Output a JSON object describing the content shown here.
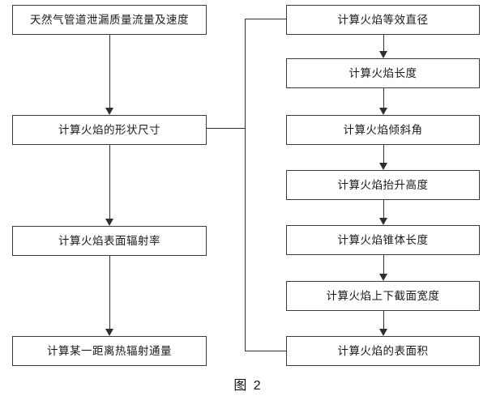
{
  "figure": {
    "caption": "图 2",
    "line_color": "#2f2f2f",
    "box_border_color": "#3b3b3b",
    "background_color": "#ffffff"
  },
  "left_column": {
    "nodes": [
      {
        "id": "leak-mass-flow-velocity",
        "label": "天然气管道泄漏质量流量及速度"
      },
      {
        "id": "flame-shape-size",
        "label": "计算火焰的形状尺寸"
      },
      {
        "id": "flame-surface-emissivity",
        "label": "计算火焰表面辐射率"
      },
      {
        "id": "heat-radiation-flux",
        "label": "计算某一距离热辐射通量"
      }
    ]
  },
  "right_column": {
    "nodes": [
      {
        "id": "flame-equivalent-diameter",
        "label": "计算火焰等效直径"
      },
      {
        "id": "flame-length",
        "label": "计算火焰长度"
      },
      {
        "id": "flame-tilt-angle",
        "label": "计算火焰倾斜角"
      },
      {
        "id": "flame-lift-off-height",
        "label": "计算火焰抬升高度"
      },
      {
        "id": "flame-cone-length",
        "label": "计算火焰锥体长度"
      },
      {
        "id": "flame-section-widths",
        "label": "计算火焰上下截面宽度"
      },
      {
        "id": "flame-surface-area",
        "label": "计算火焰的表面积"
      }
    ]
  },
  "connectors": {
    "left_arrows": [
      {
        "from": "leak-mass-flow-velocity",
        "to": "flame-shape-size"
      },
      {
        "from": "flame-shape-size",
        "to": "flame-surface-emissivity"
      },
      {
        "from": "flame-surface-emissivity",
        "to": "heat-radiation-flux"
      }
    ],
    "right_arrows": [
      {
        "from": "flame-equivalent-diameter",
        "to": "flame-length"
      },
      {
        "from": "flame-length",
        "to": "flame-tilt-angle"
      },
      {
        "from": "flame-tilt-angle",
        "to": "flame-lift-off-height"
      },
      {
        "from": "flame-lift-off-height",
        "to": "flame-cone-length"
      },
      {
        "from": "flame-cone-length",
        "to": "flame-section-widths"
      },
      {
        "from": "flame-section-widths",
        "to": "flame-surface-area"
      }
    ],
    "bracket": {
      "from": "flame-shape-size",
      "to_top": "flame-equivalent-diameter",
      "to_bottom": "flame-surface-area"
    }
  }
}
